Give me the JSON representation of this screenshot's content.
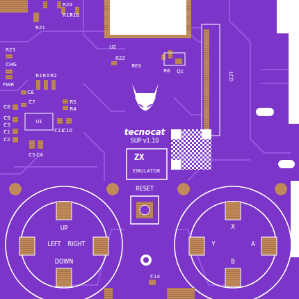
{
  "diagram": {
    "labels": [
      "R24",
      "R21",
      "R17",
      "R18",
      "U2",
      "R22",
      "RES",
      "R6",
      "Q1",
      "LCD",
      "R23",
      "CHG",
      "PWR",
      "R1",
      "R3",
      "R2",
      "C6",
      "C7",
      "R5",
      "R4",
      "C8",
      "C9",
      "C3",
      "C1",
      "U1",
      "C11",
      "C10",
      "C2",
      "C5",
      "C4",
      "tecnocat",
      "SUP v1.10",
      "ZX",
      "EMULATOR",
      "RESET",
      "UP",
      "LEFT",
      "RIGHT",
      "DOWN",
      "X",
      "Y",
      "A",
      "B",
      "C14"
    ]
  }
}
